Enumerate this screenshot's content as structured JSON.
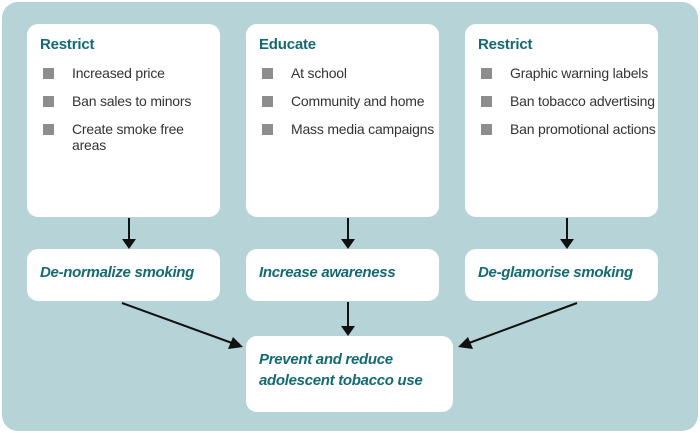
{
  "top_boxes": [
    {
      "title": "Restrict",
      "items": [
        "Increased price",
        "Ban sales to minors",
        "Create smoke free areas"
      ]
    },
    {
      "title": "Educate",
      "items": [
        "At school",
        "Community and home",
        "Mass media campaigns"
      ]
    },
    {
      "title": "Restrict",
      "items": [
        "Graphic warning labels",
        "Ban tobacco advertising",
        "Ban promotional actions"
      ]
    }
  ],
  "middle_boxes": [
    "De-normalize smoking",
    "Increase awareness",
    "De-glamorise smoking"
  ],
  "outcome": {
    "line1": "Prevent and reduce",
    "line2": "adolescent tobacco use"
  },
  "colors": {
    "panel": "#b6d3d7",
    "heading": "#136a72",
    "bullet": "#8d8d8d",
    "arrow": "#111111"
  }
}
